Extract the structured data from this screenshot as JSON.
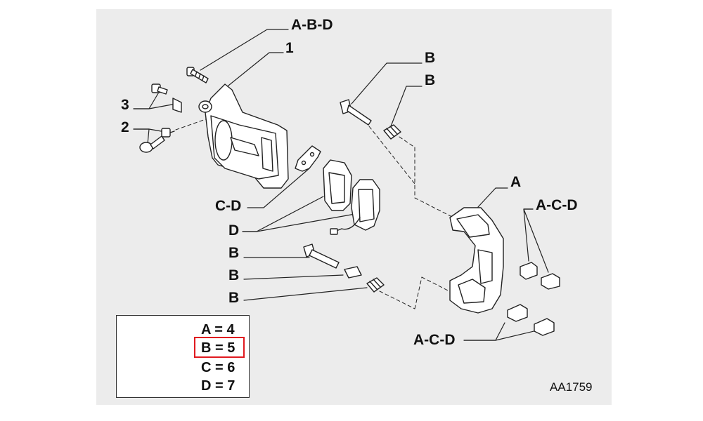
{
  "callouts": {
    "abd_top": "A-B-D",
    "n1": "1",
    "n3": "3",
    "n2": "2",
    "b_top1": "B",
    "b_top2": "B",
    "a": "A",
    "acd_right": "A-C-D",
    "cd": "C-D",
    "d": "D",
    "b_left1": "B",
    "b_left2": "B",
    "b_left3": "B",
    "acd_bottom": "A-C-D"
  },
  "legend": {
    "rows": [
      "A = 4",
      "B = 5",
      "C = 6",
      "D = 7"
    ],
    "highlighted_row": "B = 5",
    "highlight_color": "#e0191f"
  },
  "drawing_code": "AA1759"
}
